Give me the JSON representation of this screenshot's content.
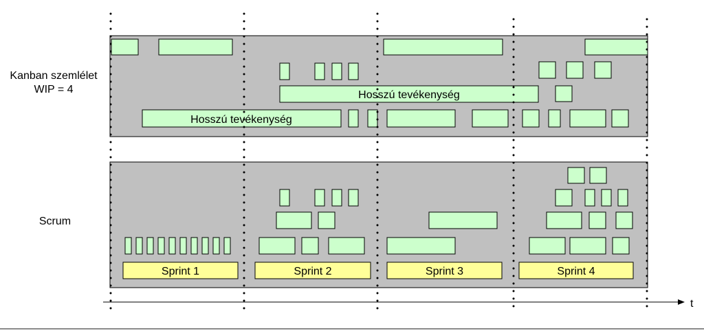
{
  "labels": {
    "kanban_line1": "Kanban szemlélet",
    "kanban_line2": "WIP = 4",
    "scrum": "Scrum",
    "time_axis": "t"
  },
  "kanban": {
    "long_activity_top": "Hosszú tevékenység",
    "long_activity_bottom": "Hosszú tevékenység"
  },
  "sprints": [
    "Sprint 1",
    "Sprint 2",
    "Sprint 3",
    "Sprint 4"
  ],
  "colors": {
    "panel": "#c0c0c0",
    "task": "#ccffcc",
    "sprint": "#ffff99",
    "outline": "#000000"
  }
}
